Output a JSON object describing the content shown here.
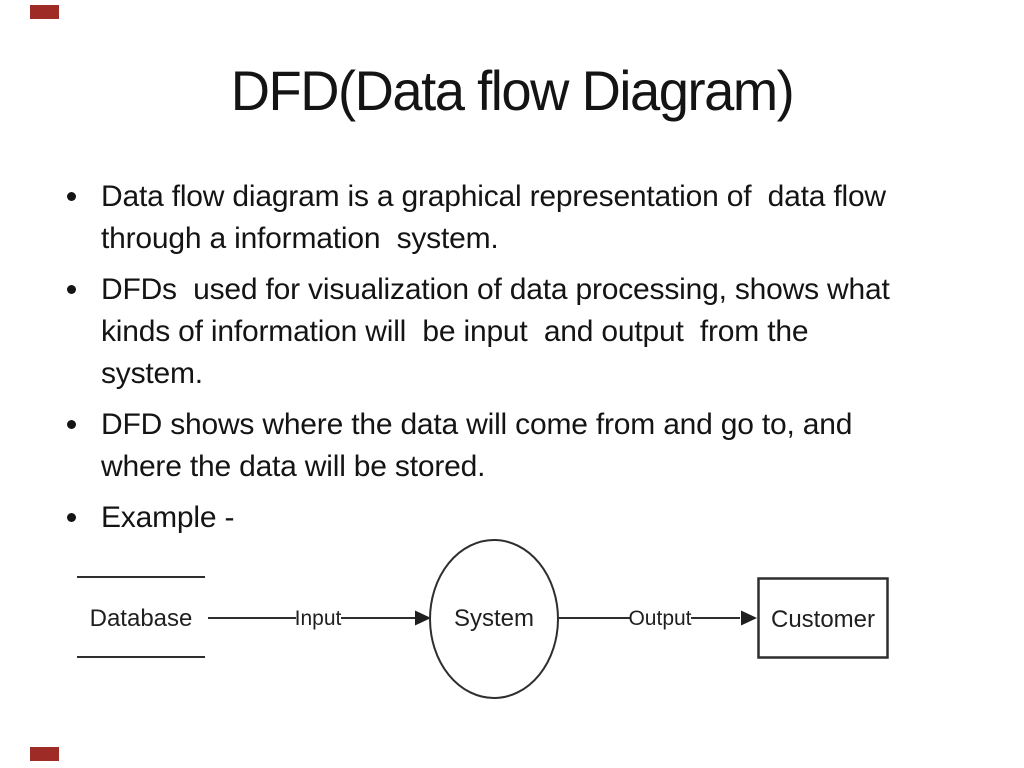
{
  "slide": {
    "title": "DFD(Data flow Diagram)",
    "bullets": [
      {
        "text": "Data flow diagram is a graphical representation of  data flow\nthrough a information  system."
      },
      {
        "text": "DFDs  used for visualization of data processing, shows what\nkinds of information will  be input  and output  from the\nsystem."
      },
      {
        "text": "DFD shows where the data will come from and go to, and\nwhere the data will be stored."
      },
      {
        "text": "Example -"
      }
    ],
    "diagram": {
      "database_label": "Database",
      "input_label": "Input",
      "system_label": "System",
      "output_label": "Output",
      "customer_label": "Customer"
    },
    "colors": {
      "accent_red": "#9e2b25",
      "text": "#141414",
      "line": "#2e2e2e",
      "background": "#ffffff"
    }
  }
}
